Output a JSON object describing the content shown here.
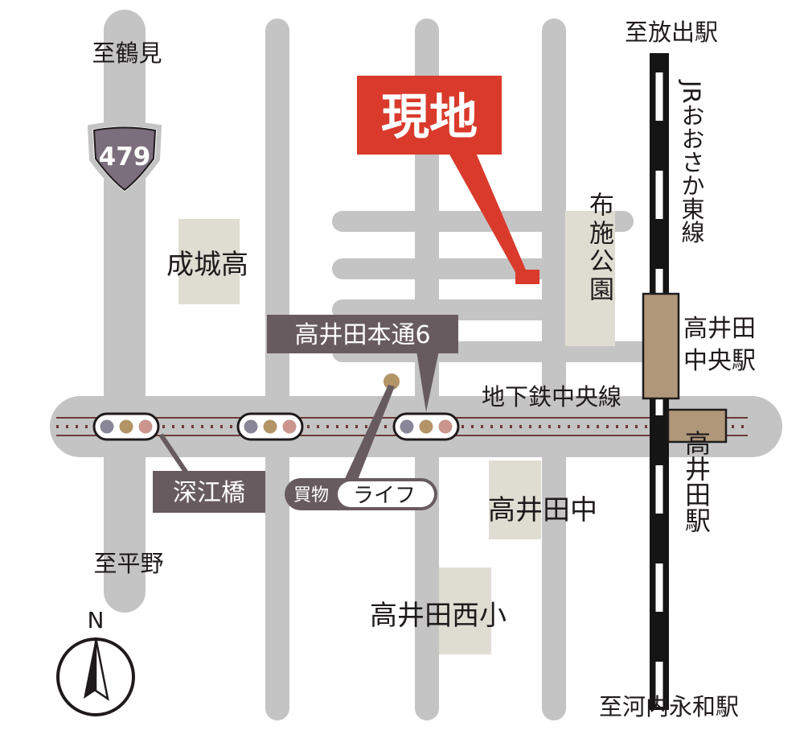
{
  "map": {
    "destination": {
      "label": "現地",
      "color": "#d93a2b"
    },
    "directions": {
      "north_west": "至鶴見",
      "south_west": "至平野",
      "north_east": "至放出駅",
      "south_east": "至河内永和駅"
    },
    "route_shield": {
      "number": "479"
    },
    "railways": {
      "jr_line": "JRおおさか東線",
      "subway_line": "地下鉄中央線"
    },
    "stations": {
      "takaida_chuo": [
        "高井田",
        "中央駅"
      ],
      "takaida": "高井田駅",
      "fukaebashi": "深江橋",
      "takaida_hondori": "高井田本通6"
    },
    "landmarks": {
      "seijo_high": "成城高",
      "fuse_park": "布施公園",
      "takaida_naka": "高井田中",
      "takaida_nishi_elem": "高井田西小"
    },
    "shopping": {
      "category": "買物",
      "name": "ライフ"
    },
    "compass": {
      "label": "N"
    },
    "colors": {
      "road": "#c4c4c4",
      "school": "#dfddd2",
      "station_fill": "#b0977a",
      "label_box": "#685b5f",
      "destination": "#d93a2b"
    }
  }
}
